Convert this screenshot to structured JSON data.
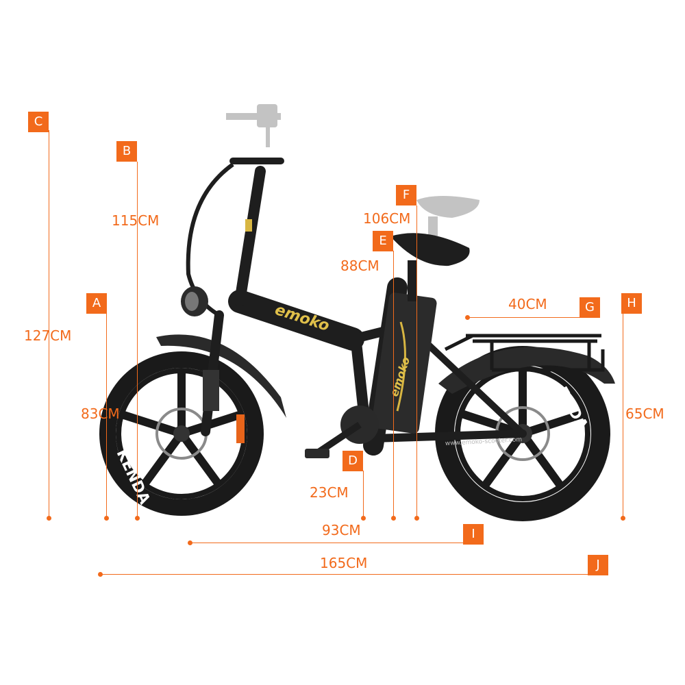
{
  "accent_color": "#f26a1b",
  "bike": {
    "brand_logo": "emoko",
    "website_text": "www.emoko-scooter.com",
    "tire_text_front": "KENDA",
    "tire_text_rear": "ENDA"
  },
  "dimensions": [
    {
      "id": "A",
      "value": "83CM"
    },
    {
      "id": "B",
      "value": "115CM"
    },
    {
      "id": "C",
      "value": "127CM"
    },
    {
      "id": "D",
      "value": "23CM"
    },
    {
      "id": "E",
      "value": "88CM"
    },
    {
      "id": "F",
      "value": "106CM"
    },
    {
      "id": "G",
      "value": "40CM"
    },
    {
      "id": "H",
      "value": "65CM"
    },
    {
      "id": "I",
      "value": "93CM"
    },
    {
      "id": "J",
      "value": "165CM"
    }
  ]
}
